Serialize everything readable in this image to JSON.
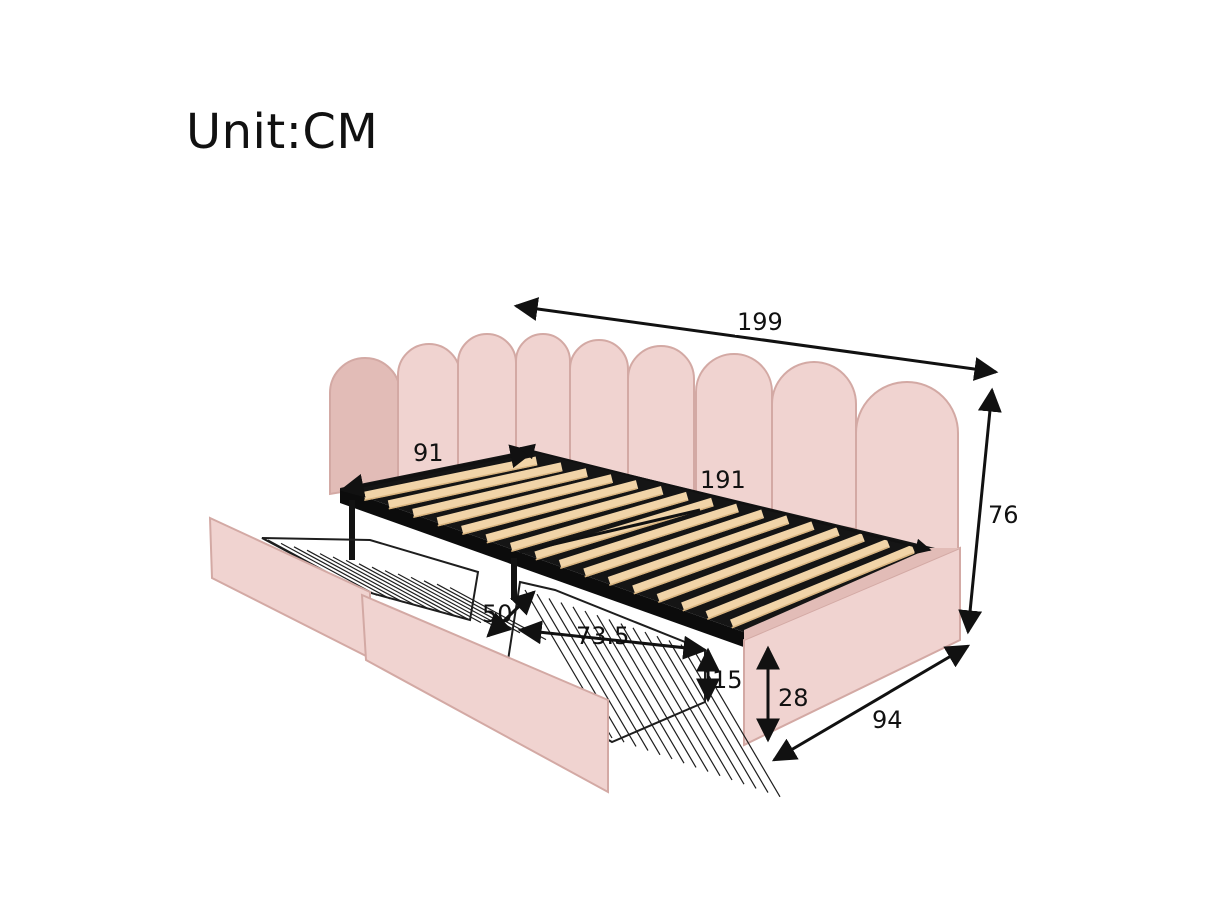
{
  "title": "Unit:CM",
  "dimensions": {
    "total_length": "199",
    "headboard_width": "91",
    "slat_length": "191",
    "height": "76",
    "depth": "94",
    "side_rail_height": "28",
    "drawer_depth": "50",
    "drawer_length": "73.5",
    "drawer_height": "15"
  },
  "colors": {
    "upholstery": "#f0d3d0",
    "upholstery_shade": "#e2bcb7",
    "upholstery_edge": "#d3a9a4",
    "frame": "#121212",
    "slat": "#f1d4a8",
    "slat_edge": "#d9b47f",
    "arrow": "#111111",
    "basket_wire": "#1e1e1e"
  }
}
